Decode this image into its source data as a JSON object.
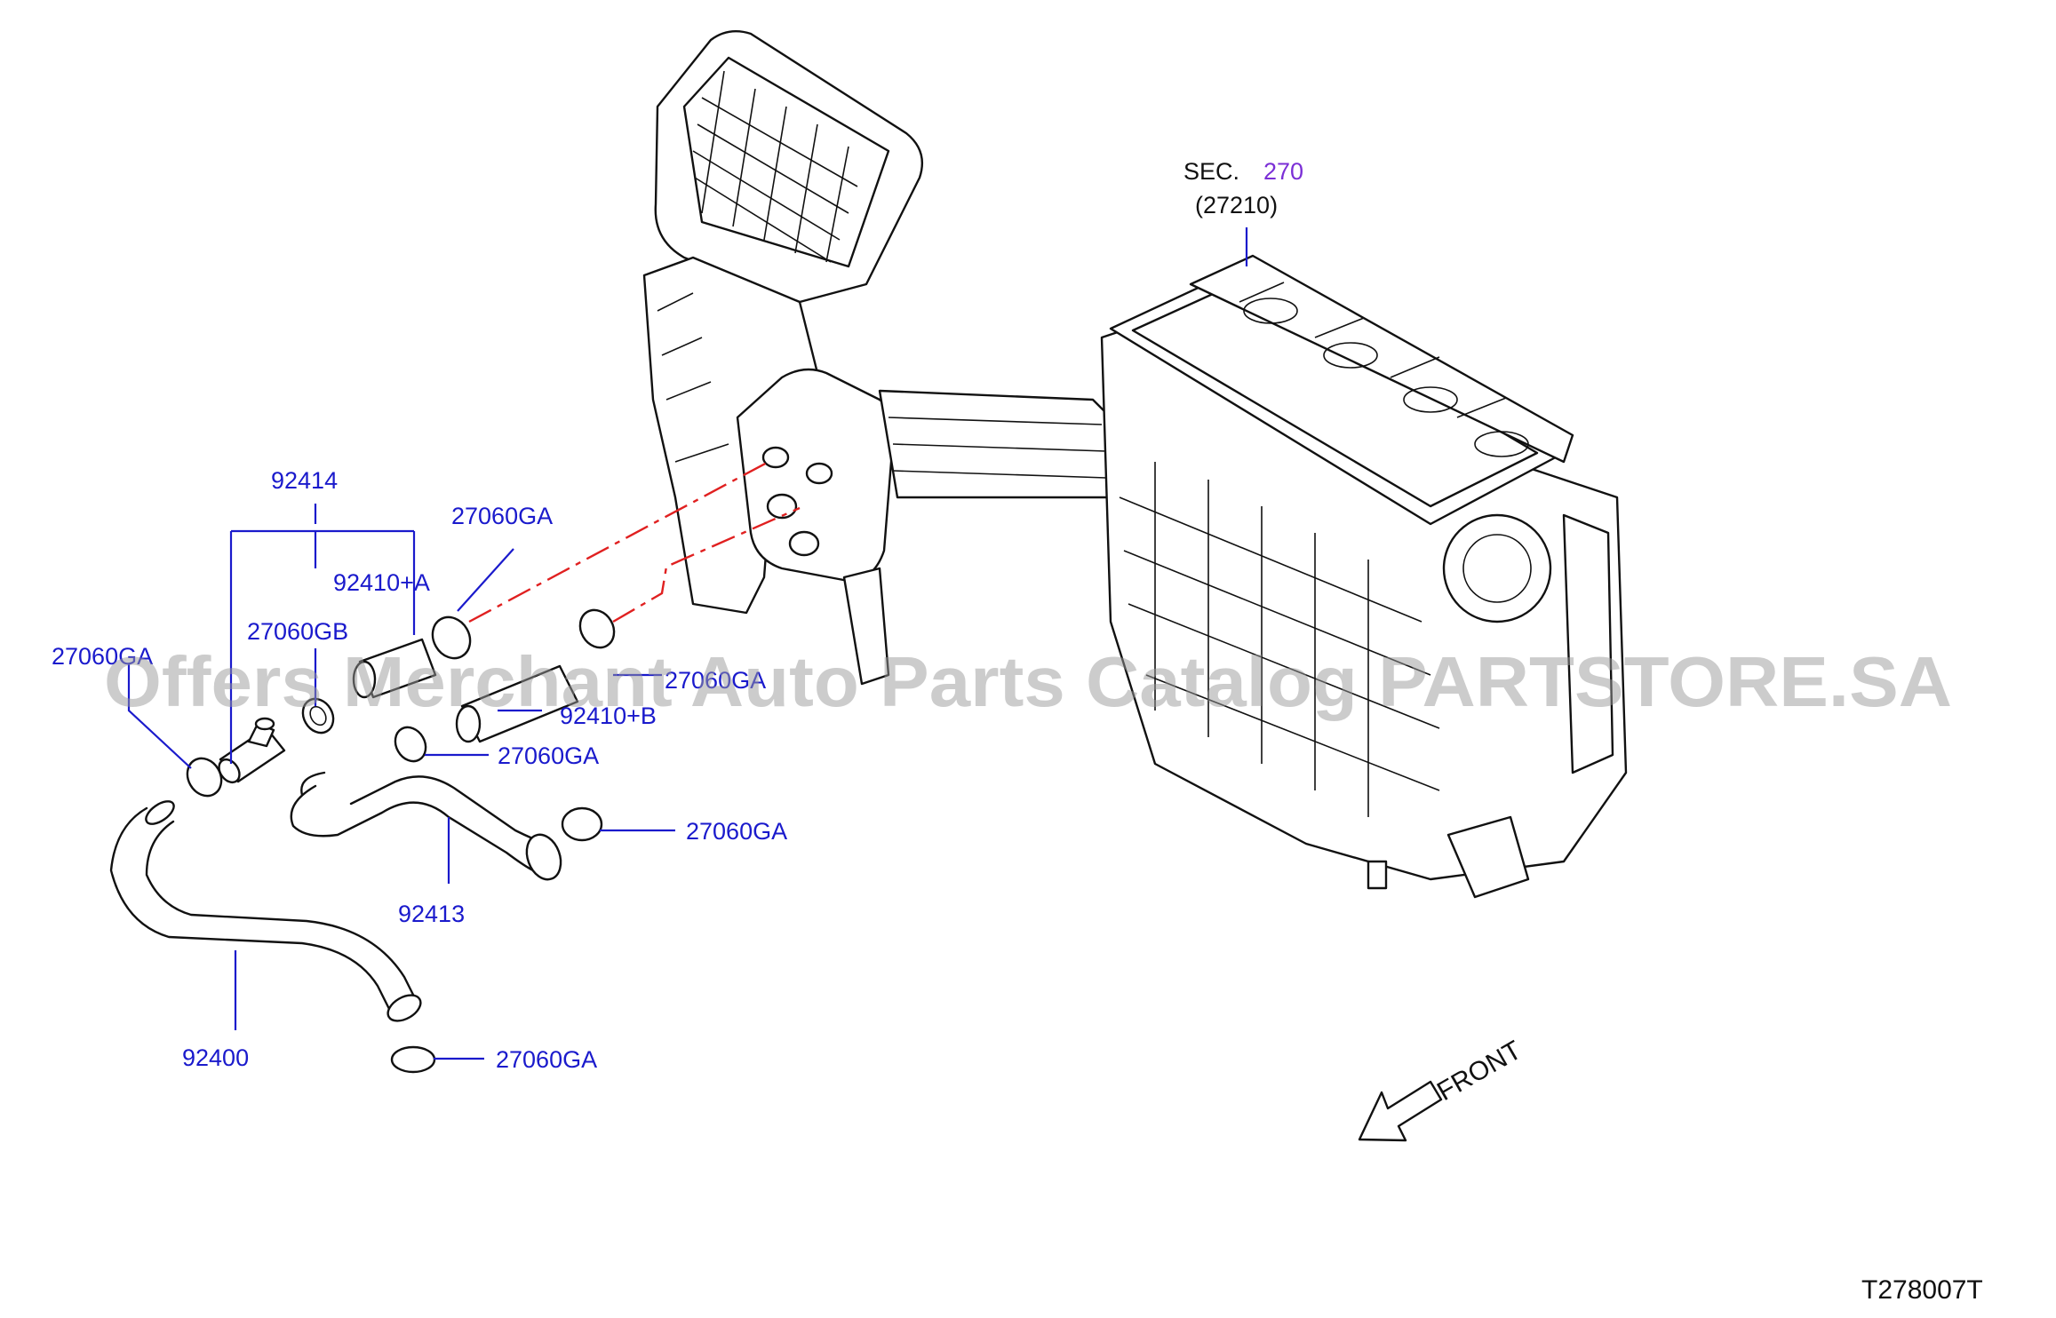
{
  "diagram": {
    "section": {
      "prefix": "SEC.",
      "number": "270",
      "sub": "(27210)"
    },
    "labels": {
      "l_92414": "92414",
      "l_27060GA_top": "27060GA",
      "l_92410A": "92410+A",
      "l_27060GB": "27060GB",
      "l_27060GA_left": "27060GA",
      "l_27060GA_mid": "27060GA",
      "l_92410B": "92410+B",
      "l_27060GA_lower": "27060GA",
      "l_27060GA_right": "27060GA",
      "l_92413": "92413",
      "l_92400": "92400",
      "l_27060GA_bottom": "27060GA"
    },
    "front": "FRONT",
    "code": "T278007T",
    "watermark": "Offers Merchant Auto Parts Catalog PARTSTORE.SA"
  },
  "colors": {
    "label": "#1a1acc",
    "link": "#7b2fd6",
    "connector": "#e02020",
    "ink": "#111111"
  }
}
